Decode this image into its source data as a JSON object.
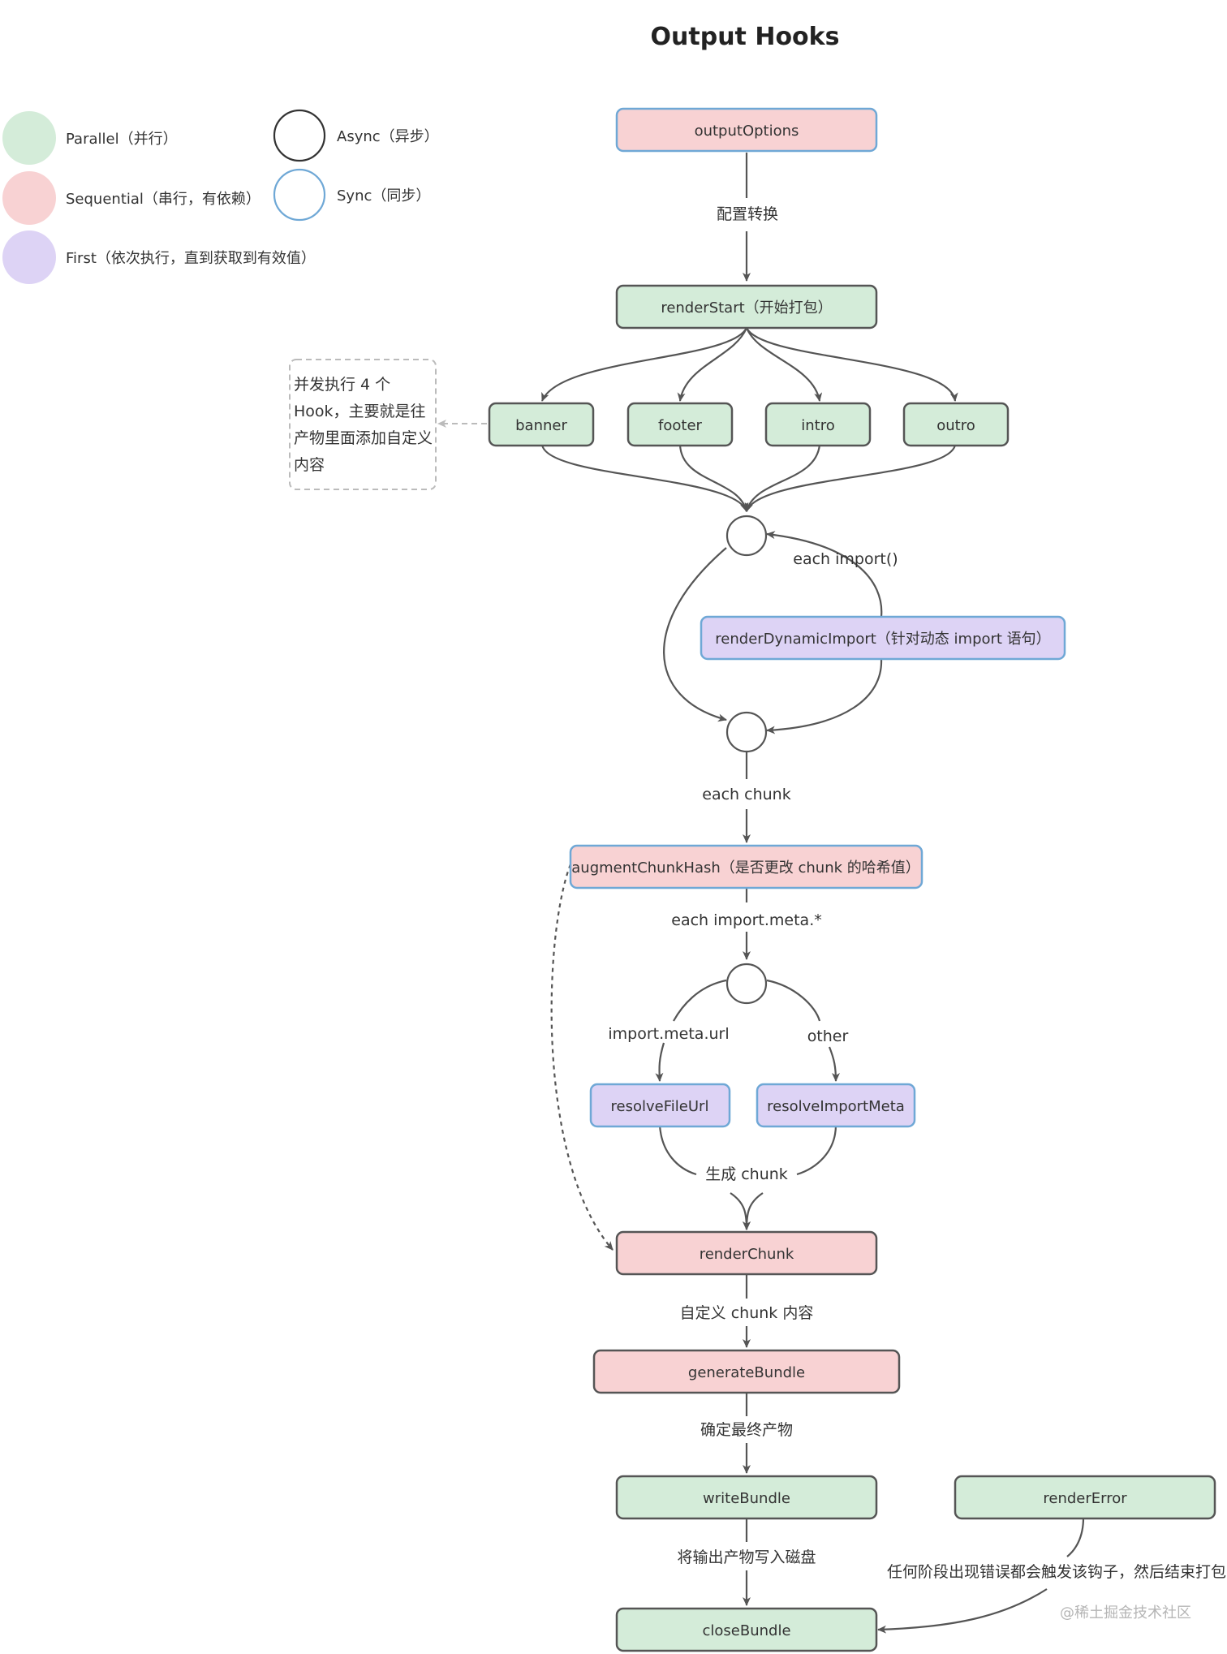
{
  "title": "Output Hooks",
  "colors": {
    "parallel": "#d4ecd9",
    "sequential": "#f8d2d3",
    "first": "#ddd3f5",
    "sync_border": "#6fa8d6",
    "async_border": "#333333",
    "node_border": "#555555"
  },
  "legend": {
    "parallel": "Parallel（并行）",
    "sequential": "Sequential（串行，有依赖）",
    "first": "First（依次执行，直到获取到有效值）",
    "async": "Async（异步）",
    "sync": "Sync（同步）"
  },
  "nodes": {
    "outputOptions": "outputOptions",
    "renderStart": "renderStart（开始打包）",
    "banner": "banner",
    "footer": "footer",
    "intro": "intro",
    "outro": "outro",
    "renderDynamicImport": "renderDynamicImport（针对动态 import 语句）",
    "augmentChunkHash": "augmentChunkHash（是否更改 chunk 的哈希值）",
    "resolveFileUrl": "resolveFileUrl",
    "resolveImportMeta": "resolveImportMeta",
    "renderChunk": "renderChunk",
    "generateBundle": "generateBundle",
    "writeBundle": "writeBundle",
    "renderError": "renderError",
    "closeBundle": "closeBundle"
  },
  "edge_labels": {
    "config_transform": "配置转换",
    "each_import": "each import()",
    "each_chunk": "each chunk",
    "each_import_meta": "each import.meta.*",
    "import_meta_url": "import.meta.url",
    "other": "other",
    "generate_chunk": "生成 chunk",
    "custom_chunk": "自定义 chunk 内容",
    "final_output": "确定最终产物",
    "write_disk": "将输出产物写入磁盘",
    "error_note": "任何阶段出现错误都会触发该钩子，然后结束打包"
  },
  "note": {
    "lines": [
      "并发执行 4 个",
      "Hook，主要就是往",
      "产物里面添加自定义",
      "内容"
    ]
  },
  "watermark": "@稀土掘金技术社区"
}
